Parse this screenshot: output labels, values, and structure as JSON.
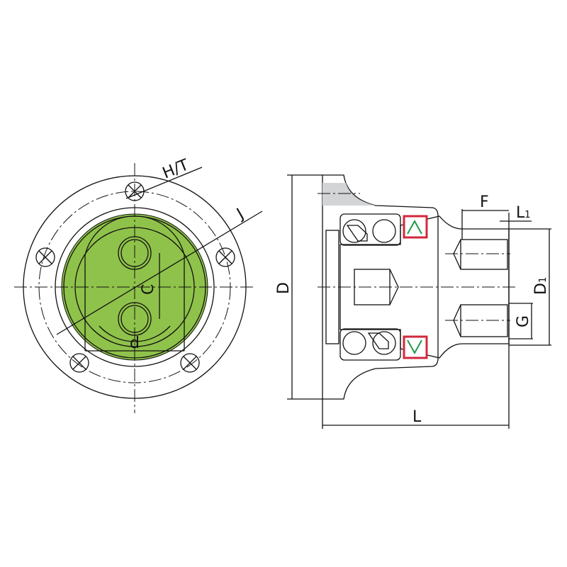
{
  "title": "Flanged bearing hub unit dimension drawing",
  "colors": {
    "housing": "#5b8fcf",
    "shaft": "#d2d4d6",
    "seal_red": "#d2283c",
    "seal_green": "#1e9a46",
    "cage": "#dfe89a",
    "insert": "#aecbe8"
  },
  "front_view": {
    "labels": {
      "holes": "H/T",
      "bolt_circle": "J",
      "center_distance": "C",
      "width": "d"
    }
  },
  "side_view": {
    "labels": {
      "outer_diameter": "D",
      "thread_length": "F",
      "offset": "L",
      "offset_sub": "1",
      "pitch_diameter": "D",
      "pitch_sub": "1",
      "thread": "G",
      "length": "L"
    }
  }
}
